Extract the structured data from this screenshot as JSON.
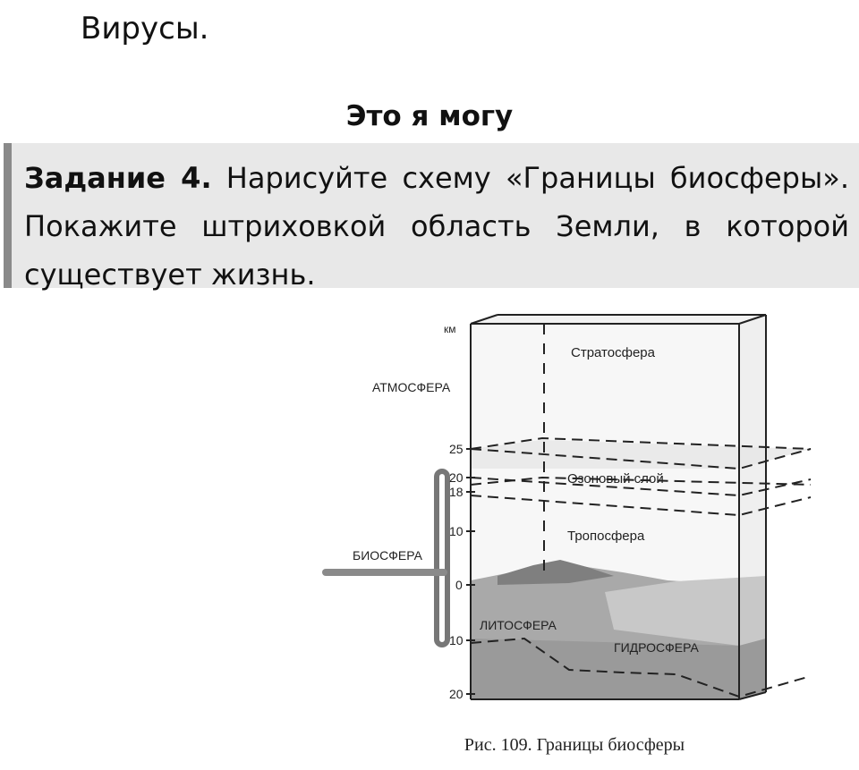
{
  "top_word": "Вирусы.",
  "section_title": "Это я могу",
  "task": {
    "label": "Задание 4.",
    "text": "Нарисуйте схему «Границы биосферы». Покажите штриховкой область Земли, в которой существует жизнь."
  },
  "figure": {
    "unit_label": "км",
    "atmosphere_label": "АТМОСФЕРА",
    "biosphere_label": "БИОСФЕРА",
    "stratosphere_label": "Стратосфера",
    "ozone_label": "Озоновый слой",
    "troposphere_label": "Тропосфера",
    "lithosphere_label": "ЛИТОСФЕРА",
    "hydrosphere_label": "ГИДРОСФЕРА",
    "ticks": [
      "25",
      "20",
      "18",
      "10",
      "0",
      "10",
      "20"
    ],
    "caption": "Рис. 109. Границы биосферы"
  }
}
